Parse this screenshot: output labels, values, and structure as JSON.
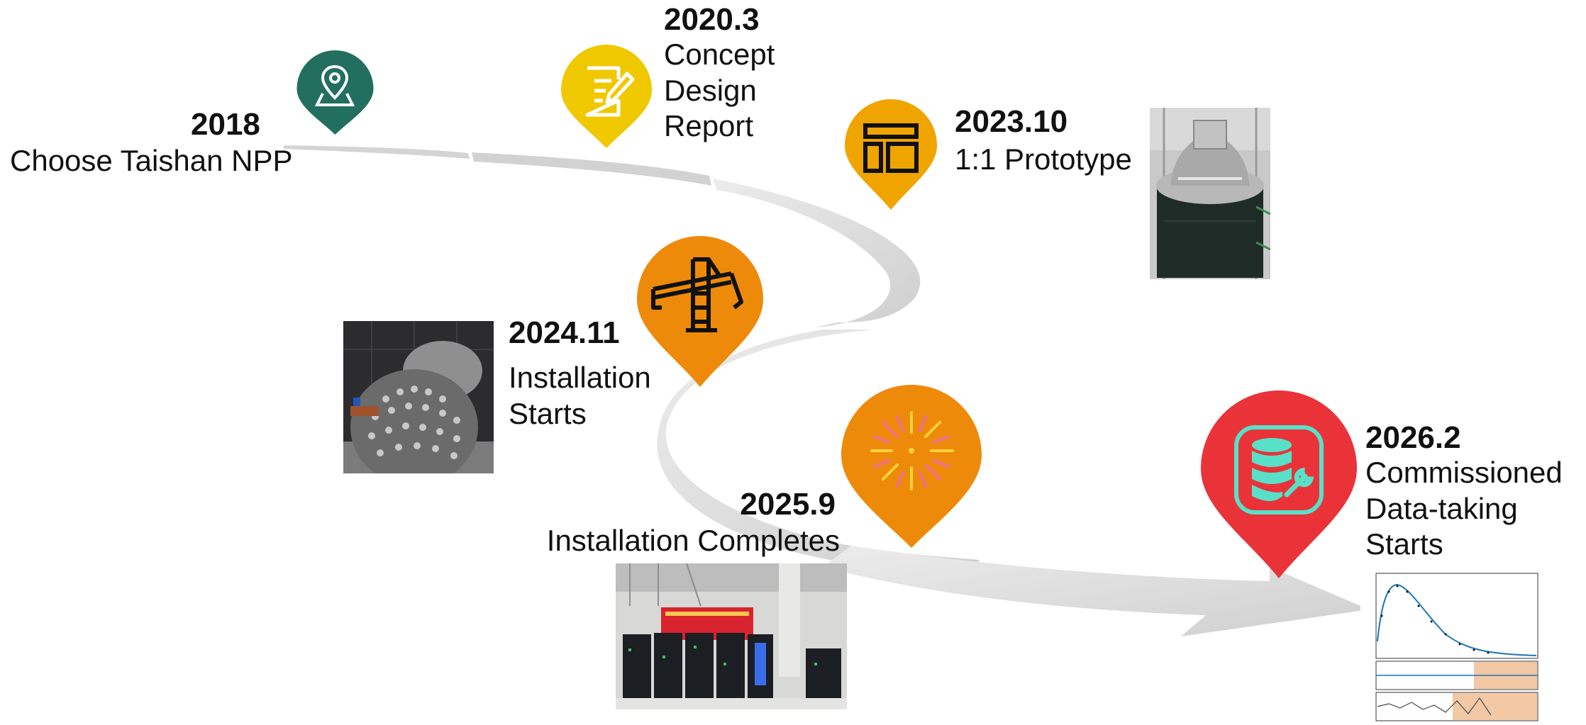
{
  "milestones": [
    {
      "year": "2018",
      "event": "Choose Taishan NPP",
      "icon": "map-pin-icon",
      "color": "#236f5f"
    },
    {
      "year": "2020.3",
      "event_lines": [
        "Concept",
        "Design",
        "Report"
      ],
      "icon": "document-edit-icon",
      "color": "#f0c800"
    },
    {
      "year": "2023.10",
      "event": "1:1 Prototype",
      "icon": "layout-icon",
      "color": "#f0a400"
    },
    {
      "year": "2024.11",
      "event_lines": [
        "Installation",
        "Starts"
      ],
      "icon": "crane-icon",
      "color": "#ee8a0a"
    },
    {
      "year": "2025.9",
      "event": "Installation Completes",
      "icon": "fireworks-icon",
      "color": "#ee8a0a"
    },
    {
      "year": "2026.2",
      "event_lines": [
        "Commissioned",
        "Data-taking",
        "Starts"
      ],
      "icon": "database-wrench-icon",
      "color": "#ea3338"
    }
  ],
  "colors": {
    "path": "#d9d9d9",
    "path_shadow": "#bdbdbd"
  }
}
